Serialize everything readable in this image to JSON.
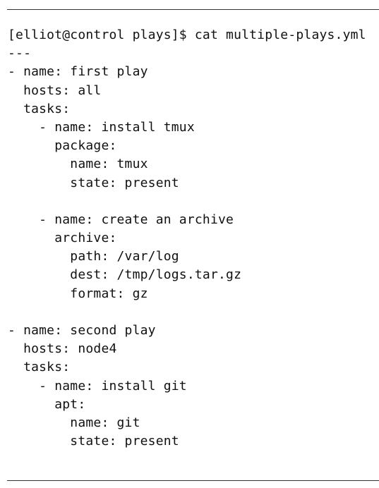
{
  "document": {
    "prompt_line": "[elliot@control plays]$ cat multiple-plays.yml",
    "lines": [
      "---",
      "- name: first play",
      "  hosts: all",
      "  tasks:",
      "    - name: install tmux",
      "      package:",
      "        name: tmux",
      "        state: present",
      "",
      "    - name: create an archive",
      "      archive:",
      "        path: /var/log",
      "        dest: /tmp/logs.tar.gz",
      "        format: gz",
      "",
      "- name: second play",
      "  hosts: node4",
      "  tasks:",
      "    - name: install git",
      "      apt:",
      "        name: git",
      "        state: present"
    ]
  }
}
